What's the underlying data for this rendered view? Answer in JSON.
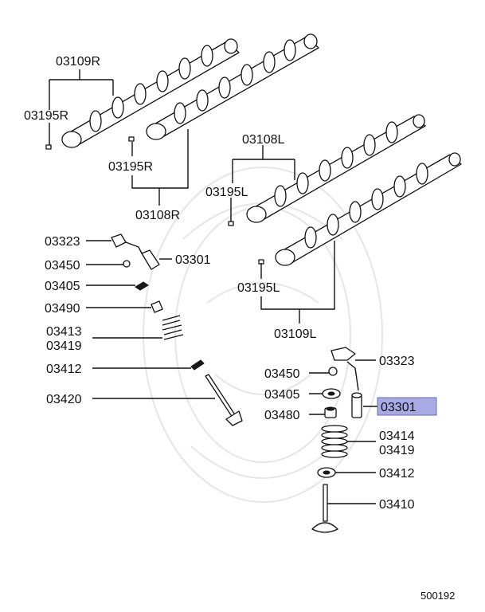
{
  "labels": {
    "cam_r_top": "03109R",
    "pin_r_top": "03195R",
    "pin_r_mid": "03195R",
    "cam_r_bot": "03108R",
    "cam_l_top": "03108L",
    "pin_l_top": "03195L",
    "pin_l_bot": "03195L",
    "cam_l_bot": "03109L",
    "rocker_left": "03323",
    "bolt_left": "03450",
    "adjuster_left": "03301",
    "retainer_left": "03405",
    "seal_left": "03490",
    "spring_left_a": "03413",
    "spring_left_b": "03419",
    "keeper_left": "03412",
    "valve_left": "03420",
    "rocker_right": "03323",
    "bolt_right": "03450",
    "retainer_right": "03405",
    "adjuster_right": "03301",
    "seal_right": "03480",
    "spring_right_a": "03414",
    "spring_right_b": "03419",
    "keeper_right": "03412",
    "valve_right": "03410"
  },
  "highlight_color": "#a9a9e6",
  "footer": {
    "code": "500192"
  }
}
